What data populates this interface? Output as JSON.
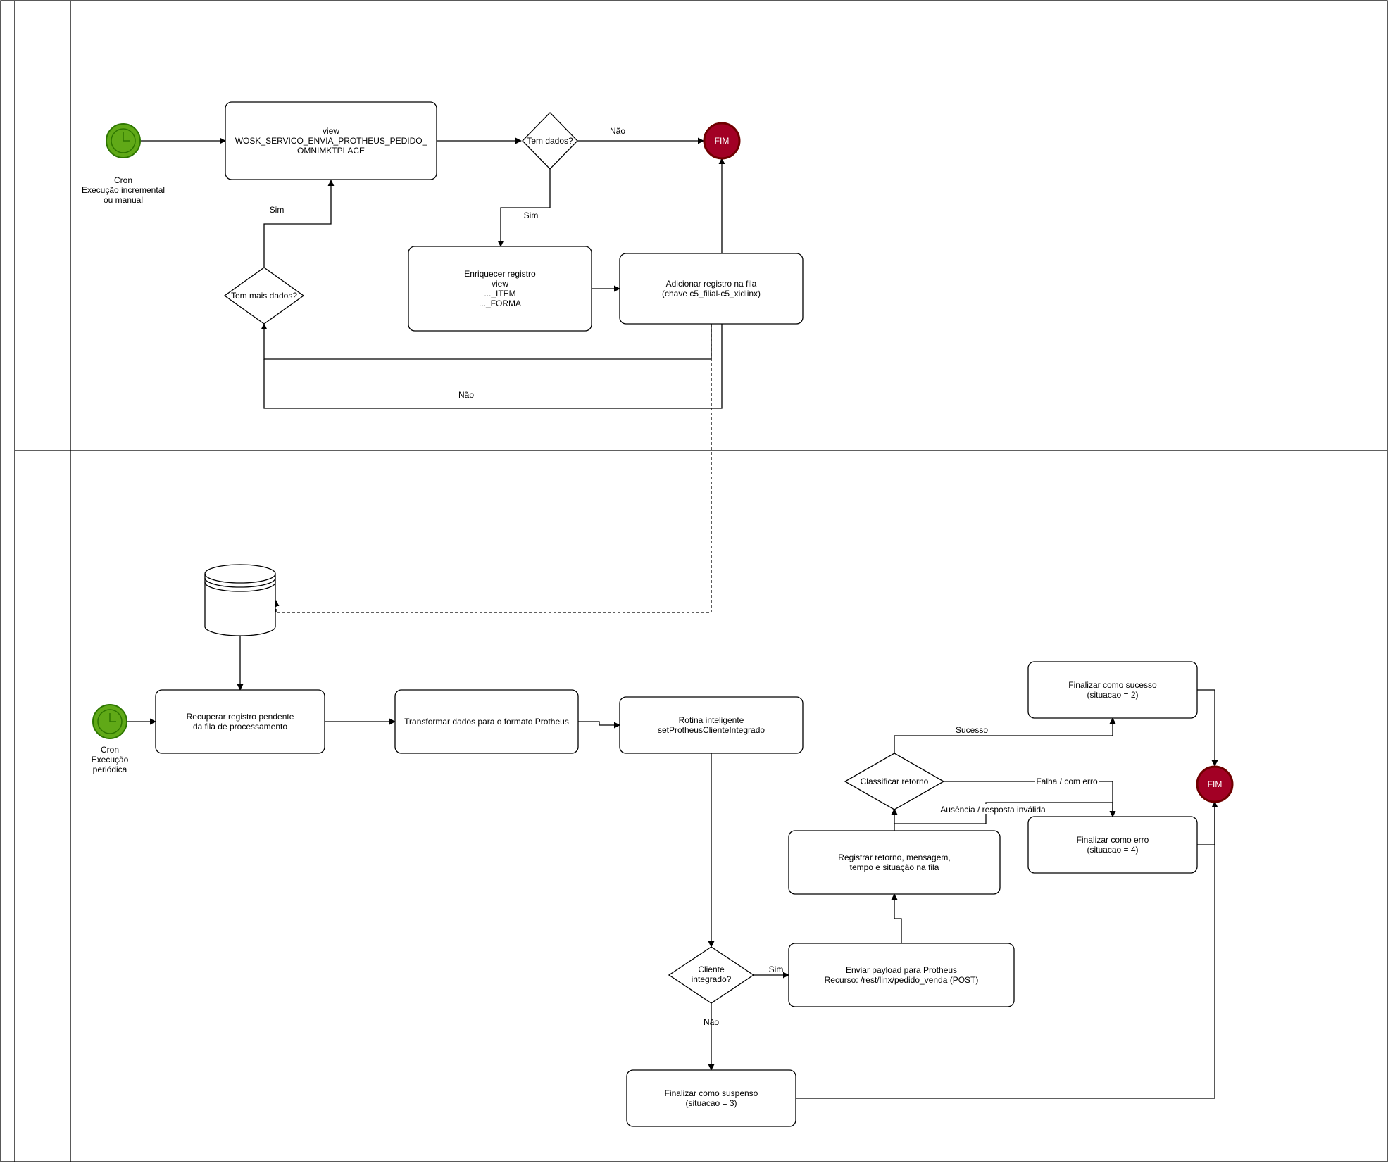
{
  "colors": {
    "start_fill": "#60a917",
    "start_stroke": "#2d7600",
    "end_fill": "#a20025",
    "end_stroke": "#6f0000",
    "line": "#000000",
    "background": "#ffffff"
  },
  "pool1": {
    "start_event": {
      "icon": "clock-icon",
      "caption": [
        "Cron",
        "Execução incremental",
        "ou manual"
      ]
    },
    "view_box": {
      "lines": [
        "view",
        "WOSK_SERVICO_ENVIA_PROTHEUS_PEDIDO_",
        "OMNIMKTPLACE"
      ]
    },
    "decision_tem_dados": "Tem dados?",
    "label_nao_top": "Não",
    "end_event": "FIM",
    "label_sim_down": "Sim",
    "enriquecer_box": {
      "lines": [
        "Enriquecer registro",
        "view",
        "..._ITEM",
        "..._FORMA"
      ]
    },
    "adicionar_box": {
      "lines": [
        "Adicionar registro na fila",
        "(chave c5_filial-c5_xidlinx)"
      ]
    },
    "decision_mais_dados": "Tem mais dados?",
    "label_sim_up": "Sim",
    "label_nao_bottom": "Não"
  },
  "pool2": {
    "database_icon": "database-icon",
    "start_event": {
      "icon": "clock-icon",
      "caption": [
        "Cron",
        "Execução",
        "periódica"
      ]
    },
    "recuperar_box": {
      "lines": [
        "Recuperar registro pendente",
        "da fila de processamento"
      ]
    },
    "transformar_box": {
      "lines": [
        "Transformar dados para o formato Protheus"
      ]
    },
    "rotina_box": {
      "lines": [
        "Rotina inteligente",
        "setProtheusClienteIntegrado"
      ]
    },
    "decision_cliente": [
      "Cliente",
      "integrado?"
    ],
    "label_sim": "Sim",
    "label_nao": "Não",
    "enviar_box": {
      "lines": [
        "Enviar payload para Protheus",
        "Recurso: /rest/linx/pedido_venda (POST)"
      ]
    },
    "registrar_box": {
      "lines": [
        "Registrar retorno, mensagem,",
        "tempo e situação na fila"
      ]
    },
    "decision_classificar": "Classificar retorno",
    "label_sucesso": "Sucesso",
    "label_falha": "Falha / com erro",
    "label_ausencia": "Ausência / resposta inválida",
    "sucesso_box": {
      "lines": [
        "Finalizar como sucesso",
        "(situacao = 2)"
      ]
    },
    "erro_box": {
      "lines": [
        "Finalizar como erro",
        "(situacao = 4)"
      ]
    },
    "suspenso_box": {
      "lines": [
        "Finalizar como suspenso",
        "(situacao = 3)"
      ]
    },
    "end_event": "FIM"
  }
}
